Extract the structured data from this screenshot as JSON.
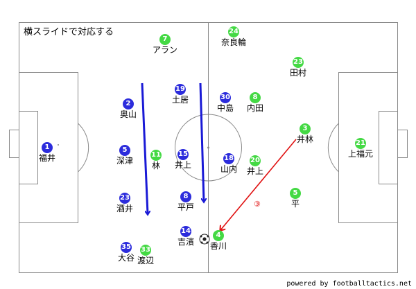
{
  "title": "横スライドで対応する",
  "credit": "powered by footballtactics.net",
  "move_label": "③",
  "colors": {
    "home": "#2c2cdc",
    "away": "#44d944",
    "arrow_blue": "#1a1ad6",
    "arrow_red": "#e01010"
  },
  "players": [
    {
      "id": "p1",
      "team": "home",
      "number": "1",
      "name": "福井"
    },
    {
      "id": "p2",
      "team": "home",
      "number": "2",
      "name": "奥山"
    },
    {
      "id": "p5",
      "team": "home",
      "number": "5",
      "name": "深津"
    },
    {
      "id": "p23h",
      "team": "home",
      "number": "23",
      "name": "酒井"
    },
    {
      "id": "p35",
      "team": "home",
      "number": "35",
      "name": "大谷"
    },
    {
      "id": "p19",
      "team": "home",
      "number": "19",
      "name": "土居"
    },
    {
      "id": "p15",
      "team": "home",
      "number": "15",
      "name": "井上"
    },
    {
      "id": "p8h",
      "team": "home",
      "number": "8",
      "name": "平戸"
    },
    {
      "id": "p14",
      "team": "home",
      "number": "14",
      "name": "吉濱"
    },
    {
      "id": "p30",
      "team": "home",
      "number": "30",
      "name": "中島"
    },
    {
      "id": "p18",
      "team": "home",
      "number": "18",
      "name": "山内"
    },
    {
      "id": "p7",
      "team": "away",
      "number": "7",
      "name": "アラン"
    },
    {
      "id": "p24",
      "team": "away",
      "number": "24",
      "name": "奈良輪"
    },
    {
      "id": "p23a",
      "team": "away",
      "number": "23",
      "name": "田村"
    },
    {
      "id": "p8a",
      "team": "away",
      "number": "8",
      "name": "内田"
    },
    {
      "id": "p3",
      "team": "away",
      "number": "3",
      "name": "井林"
    },
    {
      "id": "p21",
      "team": "away",
      "number": "21",
      "name": "上福元"
    },
    {
      "id": "p11",
      "team": "away",
      "number": "11",
      "name": "林"
    },
    {
      "id": "p20",
      "team": "away",
      "number": "20",
      "name": "井上"
    },
    {
      "id": "p5a",
      "team": "away",
      "number": "5",
      "name": "平"
    },
    {
      "id": "p4",
      "team": "away",
      "number": "4",
      "name": "香川"
    },
    {
      "id": "p33",
      "team": "away",
      "number": "33",
      "name": "渡辺"
    }
  ]
}
